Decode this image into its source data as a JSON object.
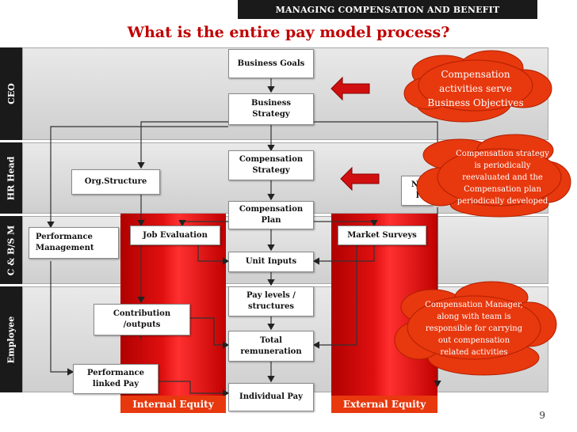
{
  "header": {
    "text": "MANAGING COMPENSATION AND BENEFIT"
  },
  "title": "What is the entire pay model process?",
  "lanes": [
    "CEO",
    "HR Head",
    "C & B/S M",
    "Employee"
  ],
  "boxes": {
    "business_goals": "Business Goals",
    "business_strategy": "Business\nStrategy",
    "compensation_strategy": "Compensation\nStrategy",
    "org_structure": "Org.Structure",
    "compensation_plan": "Compensation\nPlan",
    "performance_management": "Performance\nManagement",
    "job_evaluation": "Job Evaluation",
    "market_surveys": "Market Surveys",
    "unit_inputs": "Unit Inputs",
    "pay_levels": "Pay levels /\nstructures",
    "contribution": "Contribution\n/outputs",
    "total_remuneration": "Total\nremuneration",
    "performance_linked_pay": "Performance\nlinked Pay",
    "individual_pay": "Individual Pay",
    "partial_box": "Ne\nl"
  },
  "equity": {
    "internal": "Internal Equity",
    "external": "External Equity"
  },
  "clouds": {
    "ceo": "Compensation\nactivities serve\nBusiness Objectives",
    "hr": "Compensation strategy\nis periodically\nreevaluated and the\nCompensation plan\nperiodically developed",
    "manager": "Compensation Manager,\nalong with team is\nresponsible for carrying\nout compensation\nrelated activities"
  },
  "page_number": "9",
  "colors": {
    "accent_red": "#c00000",
    "cloud_orange": "#e8380e",
    "header_black": "#1a1a1a"
  }
}
